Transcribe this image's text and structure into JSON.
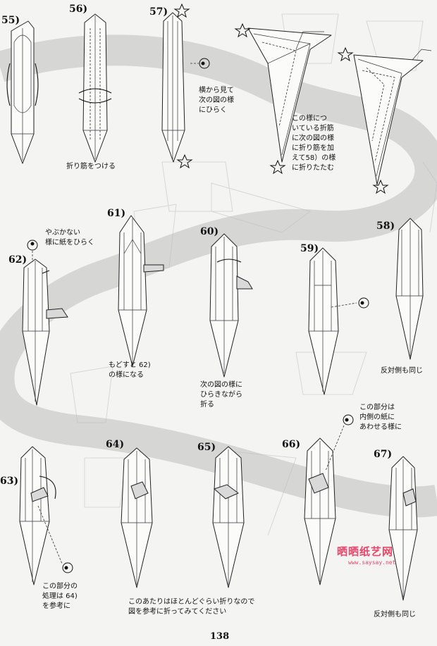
{
  "steps": [
    {
      "label": "55)"
    },
    {
      "label": "56)"
    },
    {
      "label": "57)"
    },
    {
      "label": "58)"
    },
    {
      "label": "59)"
    },
    {
      "label": "60)"
    },
    {
      "label": "61)"
    },
    {
      "label": "62)"
    },
    {
      "label": "63)"
    },
    {
      "label": "64)"
    },
    {
      "label": "65)"
    },
    {
      "label": "66)"
    },
    {
      "label": "67)"
    }
  ],
  "notes": {
    "s56": "折り筋をつける",
    "s57": "横から見て\n次の図の様\nにひらく",
    "s57b": "この様につ\nいている折筋\nに次の図の様\nに折り筋を加\nえて58）の様\nに折りたたむ",
    "s58": "反対側も同じ",
    "s60": "次の図の様に\nひらきながら\n折る",
    "s61": "もどすと 62)\nの様になる",
    "s62": "やぶかない\n様に紙をひらく",
    "s63": "この部分の\n処理は 64)\nを参考に",
    "s64": "このあたりはほとんどぐらい折りなので\n図を参考に折ってみてください",
    "s66": "この部分は\n内側の紙に\nあわせる様に",
    "s67": "反対側も同じ"
  },
  "watermark": {
    "logo": "晒晒纸艺网",
    "url": "www.saysay.net"
  },
  "page_number": "138"
}
